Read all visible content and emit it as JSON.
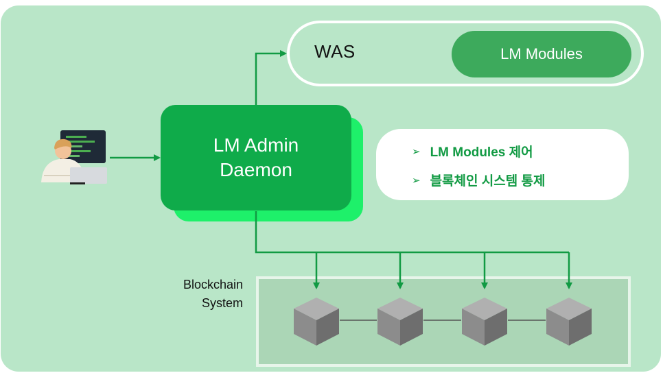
{
  "was": {
    "label": "WAS",
    "modules_label": "LM Modules"
  },
  "daemon": {
    "line1": "LM Admin",
    "line2": "Daemon"
  },
  "features": [
    {
      "bullet": "➢",
      "text": "LM Modules 제어"
    },
    {
      "bullet": "➢",
      "text": "블록체인 시스템 통제"
    }
  ],
  "blockchain": {
    "line1": "Blockchain",
    "line2": "System"
  },
  "colors": {
    "panel": "#b9e6c8",
    "daemon": "#0fab4a",
    "daemon_shadow": "#1ef06a",
    "modules_pill": "#3daa5c",
    "arrow": "#119a43",
    "feature_text": "#119a43"
  },
  "icons": [
    "developer-at-laptop-icon",
    "blockchain-cube-icon"
  ]
}
